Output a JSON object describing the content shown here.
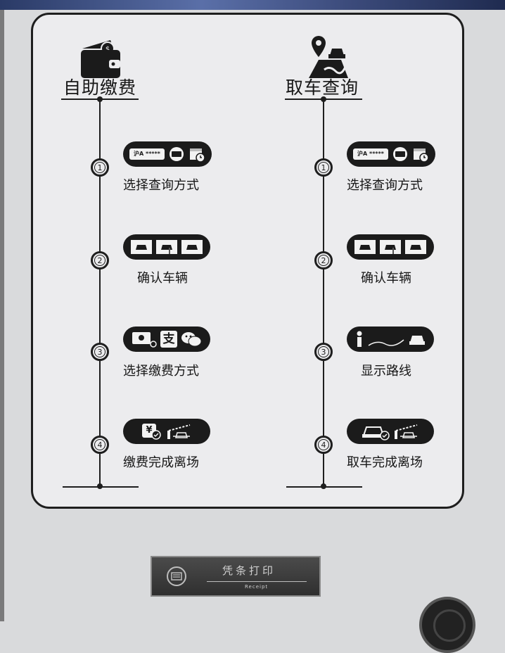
{
  "payment": {
    "title": "自助缴费",
    "steps": [
      {
        "num": "1",
        "label": "选择查询方式",
        "plate_text": "沪A *****"
      },
      {
        "num": "2",
        "label": "确认车辆"
      },
      {
        "num": "3",
        "label": "选择缴费方式",
        "alipay_glyph": "支"
      },
      {
        "num": "4",
        "label": "缴费完成离场",
        "currency_glyph": "¥"
      }
    ]
  },
  "pickup": {
    "title": "取车查询",
    "steps": [
      {
        "num": "1",
        "label": "选择查询方式",
        "plate_text": "沪A *****"
      },
      {
        "num": "2",
        "label": "确认车辆"
      },
      {
        "num": "3",
        "label": "显示路线"
      },
      {
        "num": "4",
        "label": "取车完成离场"
      }
    ]
  },
  "receipt": {
    "title": "凭条打印",
    "subtitle": "Receipt"
  },
  "colors": {
    "panel_border": "#1e1e1e",
    "panel_bg": "#ececee",
    "pill_bg": "#1b1b1b",
    "button_bg": "#3a3a3a"
  },
  "icons": {
    "payment_header": "wallet-icon",
    "pickup_header": "map-pin-car-icon",
    "query_method": [
      "plate-icon",
      "card-icon",
      "calendar-clock-icon"
    ],
    "confirm_vehicle": [
      "car-icon",
      "car-select-icon",
      "car-icon"
    ],
    "payment_method": [
      "cash-icon",
      "alipay-icon",
      "wechat-icon"
    ],
    "leave_payment": [
      "paid-receipt-icon",
      "barrier-gate-icon"
    ],
    "route": [
      "person-icon",
      "route-icon",
      "car-icon"
    ],
    "leave_pickup": [
      "car-check-icon",
      "barrier-gate-icon"
    ],
    "receipt": "print-icon"
  }
}
